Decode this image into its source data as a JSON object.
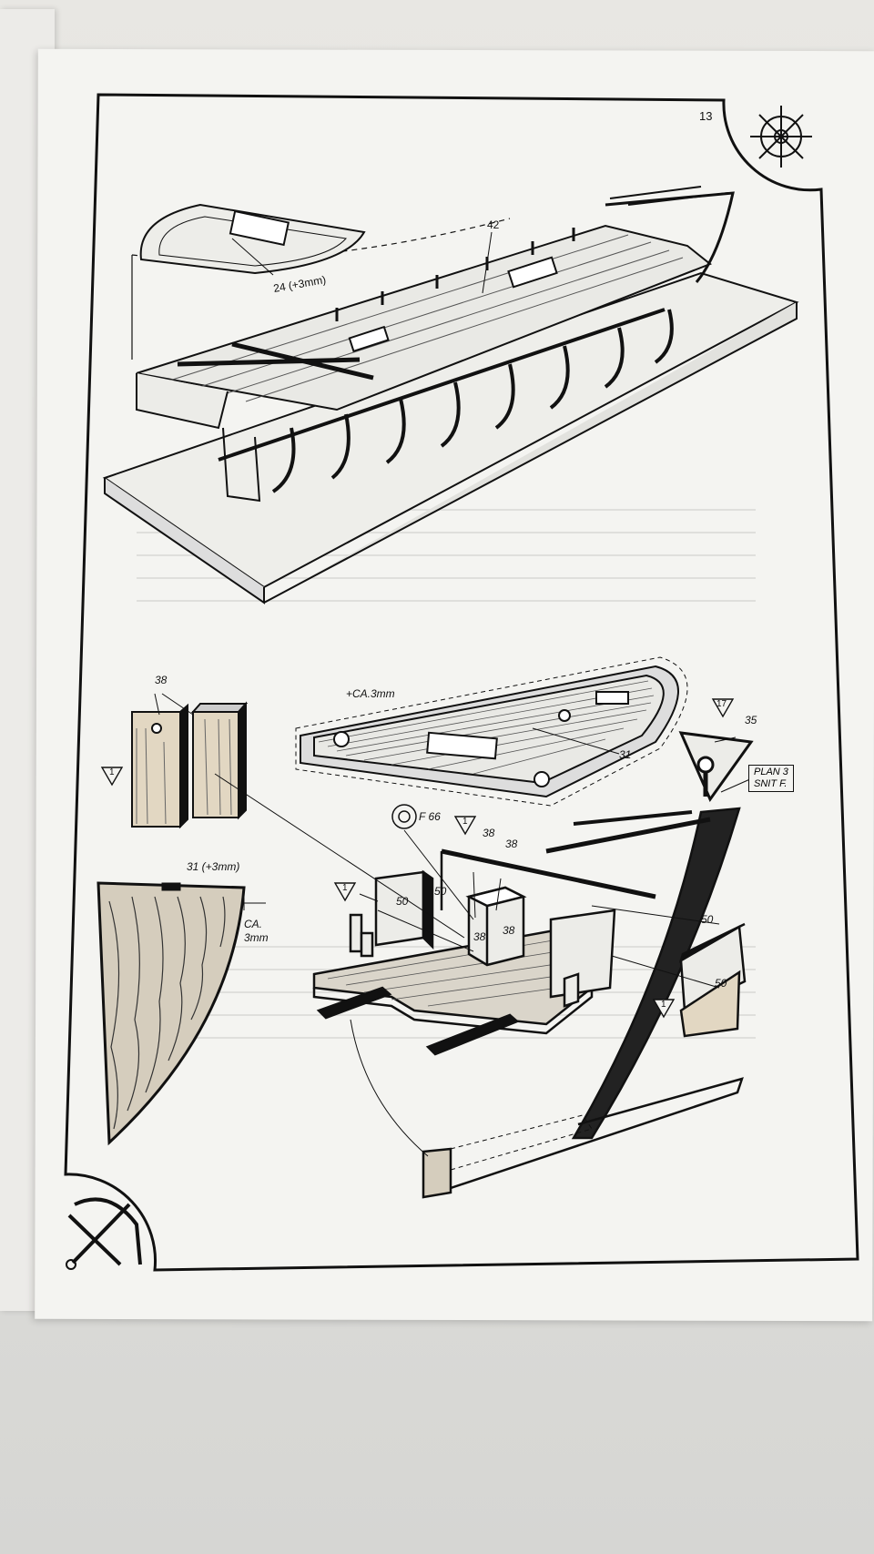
{
  "page": {
    "number": "13"
  },
  "top_figure": {
    "callout_42": "42",
    "callout_24": "24 (+3mm)"
  },
  "bottom_figure": {
    "label_38_pair": "38",
    "label_ca3mm_top": "+CA.3mm",
    "label_31": "31",
    "label_17": "17",
    "label_35": "35",
    "plan_ref_line1": "PLAN 3",
    "plan_ref_line2": "SNIT F.",
    "label_f66": "F 66",
    "label_31_plus3": "31 (+3mm)",
    "label_ca": "CA.",
    "label_3mm": "3mm",
    "label_50_a": "50",
    "label_50_b": "50",
    "label_50_c": "50",
    "label_50_d": "50",
    "label_38_a": "38",
    "label_38_b": "38",
    "label_38_c": "38",
    "label_38_d": "38",
    "marker_1_a": "1",
    "marker_1_b": "1",
    "marker_1_c": "1",
    "marker_1_d": "1"
  },
  "icons": [
    "ship-wheel-icon",
    "anchor-icon"
  ]
}
